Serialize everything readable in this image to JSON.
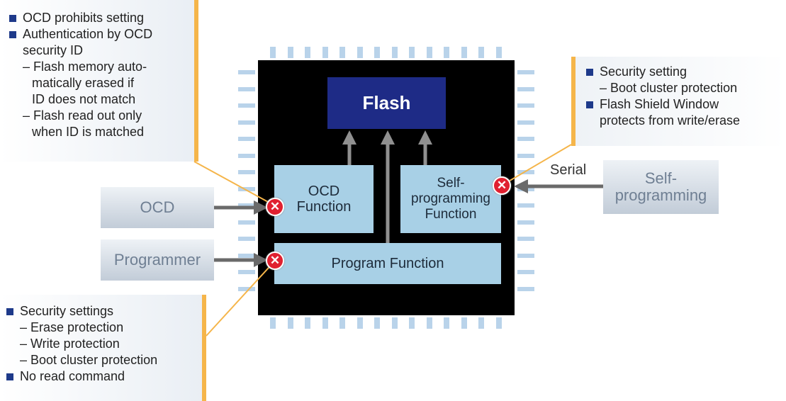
{
  "chip": {
    "flash": "Flash",
    "ocd_function": "OCD\nFunction",
    "self_prog_function": "Self-\nprogramming\nFunction",
    "program_function": "Program Function"
  },
  "external": {
    "ocd": "OCD",
    "programmer": "Programmer",
    "self_programming": "Self-\nprogramming",
    "serial_label": "Serial"
  },
  "callouts": {
    "top_left": [
      {
        "type": "bullet",
        "text": "OCD prohibits setting"
      },
      {
        "type": "bullet",
        "text": "Authentication by OCD"
      },
      {
        "type": "plain",
        "text": "security ID"
      },
      {
        "type": "plain",
        "text": "– Flash memory auto-"
      },
      {
        "type": "plain",
        "text": "  matically erased if"
      },
      {
        "type": "plain",
        "text": "  ID does not match"
      },
      {
        "type": "plain",
        "text": "– Flash read out only"
      },
      {
        "type": "plain",
        "text": "  when ID is matched"
      }
    ],
    "top_right": [
      {
        "type": "bullet",
        "text": "Security setting"
      },
      {
        "type": "plain",
        "text": "– Boot cluster protection"
      },
      {
        "type": "bullet",
        "text": "Flash Shield Window"
      },
      {
        "type": "plain",
        "text": "protects from write/erase"
      }
    ],
    "bottom_left": [
      {
        "type": "bullet",
        "text": "Security settings"
      },
      {
        "type": "plain",
        "text": "– Erase protection"
      },
      {
        "type": "plain",
        "text": "– Write protection"
      },
      {
        "type": "plain",
        "text": "– Boot cluster protection"
      },
      {
        "type": "bullet",
        "text": "No read command"
      }
    ]
  },
  "colors": {
    "accent_orange": "#f5b54a",
    "flash_blue": "#1e2b86",
    "function_box": "#a8d0e6",
    "block_red": "#e02030"
  }
}
